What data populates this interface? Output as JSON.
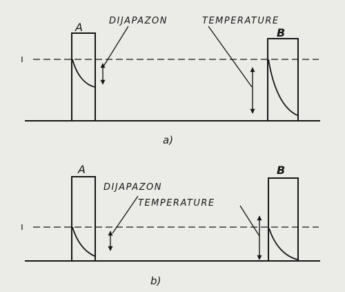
{
  "panels": [
    {
      "id": "a",
      "caption": "a)",
      "level_marker": "ı",
      "callout_line1": "DIJAPAZON",
      "callout_line2": "TEMPERATURE",
      "block_left_label": "A",
      "block_right_label": "B"
    },
    {
      "id": "b",
      "caption": "b)",
      "level_marker": "ı",
      "callout_line1": "DIJAPAZON",
      "callout_line2": "TEMPERATURE",
      "block_left_label": "A",
      "block_right_label": "B"
    }
  ],
  "colors": {
    "ink": "#151515",
    "paper": "#ebebe8"
  }
}
